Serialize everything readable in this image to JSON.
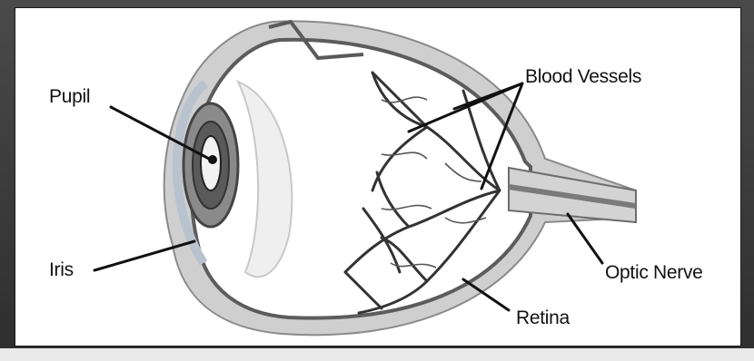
{
  "labels": {
    "pupil": "Pupil",
    "iris": "Iris",
    "blood_vessels": "Blood Vessels",
    "optic_nerve": "Optic Nerve",
    "retina": "Retina"
  },
  "colors": {
    "frame": "#3a3a3a",
    "panel": "#ffffff",
    "sclera": "#bdbdbd",
    "sclera_light": "#d9d9d9",
    "vessel": "#333333",
    "iris": "#6f6f6f",
    "lens": "#e4e4e4"
  }
}
